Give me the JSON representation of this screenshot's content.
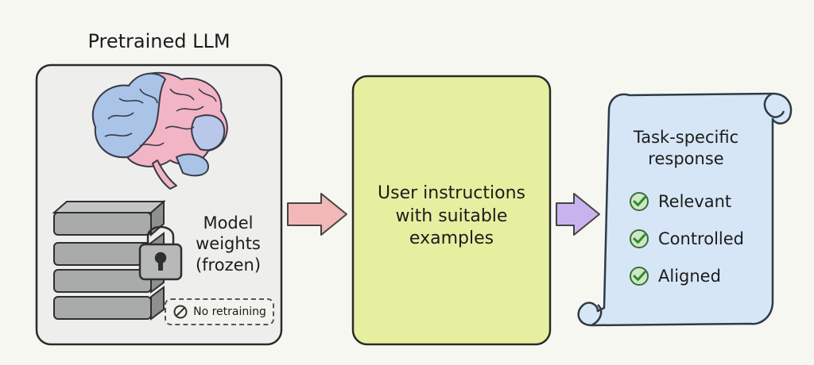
{
  "title": "Pretrained LLM",
  "weights_label": [
    "Model",
    "weights",
    "(frozen)"
  ],
  "no_retraining": "No retraining",
  "instructions": [
    "User instructions",
    "with suitable",
    "examples"
  ],
  "response_title": [
    "Task-specific",
    "response"
  ],
  "checks": [
    "Relevant",
    "Controlled",
    "Aligned"
  ],
  "colors": {
    "brain_blue": "#a9c4e6",
    "brain_pink": "#f2b5c6",
    "instructions_fill": "#e6efa0",
    "scroll_fill": "#d6e6f6",
    "arrow1": "#f2b7b7",
    "arrow2": "#c9b3ef",
    "check_green": "#4aa84a"
  },
  "icons": [
    "brain-icon",
    "weight-stack-icon",
    "lock-icon",
    "ban-icon",
    "check-icon"
  ]
}
